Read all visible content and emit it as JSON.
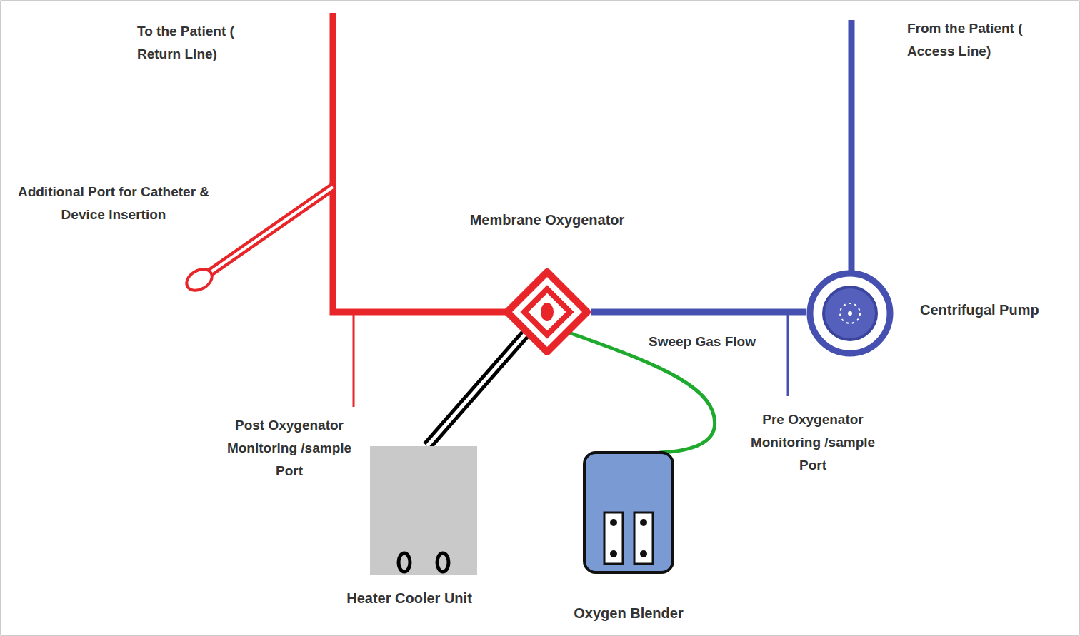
{
  "diagram": {
    "nodes": [
      {
        "text": [
          "Membrane Oxygenator"
        ]
      },
      {
        "text": [
          "Centrifugal Pump"
        ]
      },
      {
        "text": [
          "Heater Cooler Unit"
        ]
      },
      {
        "text": [
          "Oxygen Blender"
        ]
      }
    ],
    "edges": [
      {
        "from": 1,
        "to": 0,
        "arrow": "none"
      },
      {
        "from": 0,
        "to": 2,
        "arrow": "none"
      },
      {
        "from": 0,
        "to": 3,
        "arrow": "none"
      }
    ],
    "labels": [
      "To the Patient ( Return Line)",
      "From the Patient ( Access Line)",
      "Additional Port for Catheter & Device Insertion",
      "Sweep Gas Flow",
      "Post Oxygenator Monitoring /sample Port",
      "Pre Oxygenator Monitoring /sample Port"
    ]
  }
}
